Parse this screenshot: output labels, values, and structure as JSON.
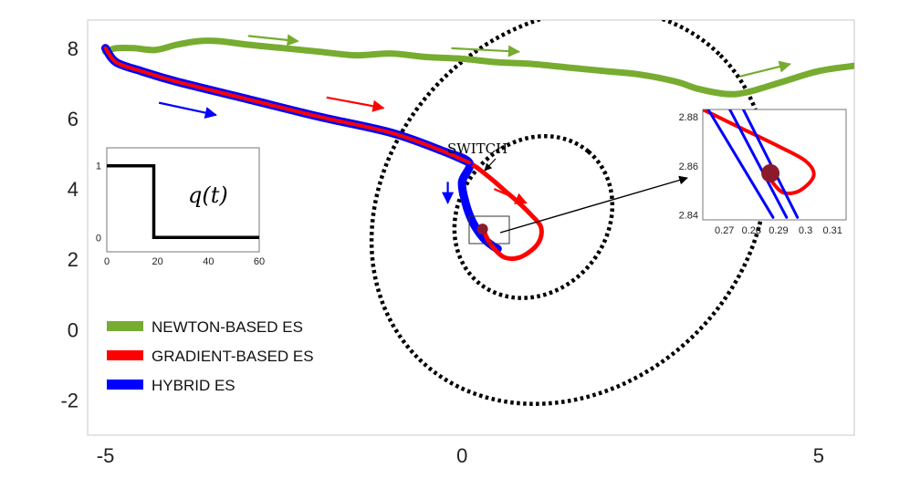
{
  "chart_data": [
    {
      "type": "line",
      "title": "",
      "xlabel": "",
      "ylabel": "",
      "xlim": [
        -5.25,
        5.5
      ],
      "ylim": [
        -3,
        8.8
      ],
      "x_ticks": [
        "-5",
        "0",
        "5"
      ],
      "y_ticks": [
        "8",
        "6",
        "4",
        "2",
        "0",
        "-2"
      ],
      "x_tick_values": [
        -5,
        0,
        5
      ],
      "y_tick_values": [
        8,
        6,
        4,
        2,
        0,
        -2
      ],
      "grid": false,
      "legend_position": "lower-left",
      "colors": {
        "newton": "#77ac30",
        "gradient": "#ff0000",
        "hybrid": "#0000ff",
        "contour": "#000000",
        "optimum": "#8b1a2b"
      },
      "series": [
        {
          "name": "NEWTON-BASED ES",
          "x": [
            -5.0,
            -4.85,
            -4.6,
            -4.3,
            -4.0,
            -3.7,
            -3.4,
            -3.0,
            -2.5,
            -2.0,
            -1.5,
            -1.0,
            -0.5,
            0.0,
            0.5,
            1.0,
            1.5,
            2.0,
            2.5,
            3.0,
            3.3,
            3.7,
            4.0,
            4.5,
            5.0,
            5.5
          ],
          "y": [
            7.9,
            8.0,
            8.0,
            7.95,
            8.1,
            8.2,
            8.2,
            8.1,
            8.0,
            7.9,
            7.8,
            7.85,
            7.75,
            7.7,
            7.6,
            7.55,
            7.45,
            7.35,
            7.25,
            7.05,
            6.85,
            6.7,
            6.75,
            7.05,
            7.35,
            7.5
          ]
        },
        {
          "name": "GRADIENT-BASED ES",
          "x": [
            -5.0,
            -4.85,
            -4.5,
            -4.0,
            -3.0,
            -2.0,
            -1.0,
            -0.3,
            0.1,
            0.4,
            0.6,
            0.8,
            0.95,
            1.1,
            1.1,
            1.0,
            0.8,
            0.6,
            0.45,
            0.35,
            0.3
          ],
          "y": [
            8.0,
            7.6,
            7.35,
            7.05,
            6.55,
            6.05,
            5.6,
            5.1,
            4.75,
            4.3,
            3.95,
            3.6,
            3.3,
            2.95,
            2.6,
            2.3,
            2.05,
            2.05,
            2.3,
            2.6,
            2.85
          ]
        },
        {
          "name": "HYBRID ES",
          "x": [
            -5.0,
            -4.85,
            -4.5,
            -4.0,
            -3.0,
            -2.0,
            -1.0,
            -0.3,
            0.1,
            0.0,
            0.05,
            0.15,
            0.3,
            0.45,
            0.5
          ],
          "y": [
            8.0,
            7.6,
            7.35,
            7.05,
            6.55,
            6.05,
            5.6,
            5.1,
            4.75,
            4.2,
            3.6,
            3.05,
            2.6,
            2.35,
            2.3
          ]
        }
      ],
      "contours": [
        {
          "center": [
            1.5,
            3.5
          ],
          "rx": 3.0,
          "ry": 5.1,
          "angle_deg": -45
        },
        {
          "center": [
            1.0,
            3.2
          ],
          "rx": 1.2,
          "ry": 2.1,
          "angle_deg": -50
        }
      ],
      "optimum": [
        0.287,
        2.857
      ],
      "direction_arrows": [
        {
          "series": "NEWTON-BASED ES",
          "from": [
            -3.0,
            8.35
          ],
          "to": [
            -2.3,
            8.2
          ]
        },
        {
          "series": "NEWTON-BASED ES",
          "from": [
            -0.15,
            8.0
          ],
          "to": [
            0.8,
            7.9
          ]
        },
        {
          "series": "NEWTON-BASED ES",
          "from": [
            3.9,
            7.2
          ],
          "to": [
            4.6,
            7.55
          ]
        },
        {
          "series": "GRADIENT-BASED ES",
          "from": [
            -1.9,
            6.6
          ],
          "to": [
            -1.1,
            6.3
          ]
        },
        {
          "series": "GRADIENT-BASED ES",
          "from": [
            0.45,
            4.0
          ],
          "to": [
            0.9,
            3.6
          ]
        },
        {
          "series": "HYBRID ES",
          "from": [
            -4.25,
            6.45
          ],
          "to": [
            -3.45,
            6.1
          ]
        },
        {
          "series": "HYBRID ES",
          "from": [
            -0.2,
            4.2
          ],
          "to": [
            -0.2,
            3.6
          ]
        }
      ],
      "annotations": [
        {
          "text": "SWITCH",
          "at": [
            0.1,
            4.75
          ]
        }
      ]
    },
    {
      "type": "line",
      "title": "q(t)",
      "xlabel": "",
      "ylabel": "",
      "xlim": [
        0,
        60
      ],
      "ylim": [
        -0.2,
        1.25
      ],
      "x_ticks": [
        "0",
        "20",
        "40",
        "60"
      ],
      "y_ticks": [
        "1",
        "0"
      ],
      "x_tick_values": [
        0,
        20,
        40,
        60
      ],
      "y_tick_values": [
        1,
        0
      ],
      "series": [
        {
          "name": "",
          "x": [
            0,
            18.5,
            18.5,
            60
          ],
          "y": [
            1,
            1,
            0,
            0
          ]
        }
      ]
    },
    {
      "type": "line",
      "title": "",
      "xlabel": "",
      "ylabel": "",
      "xlim": [
        0.262,
        0.315
      ],
      "ylim": [
        2.838,
        2.883
      ],
      "x_ticks": [
        "0.27",
        "0.28",
        "0.29",
        "0.3",
        "0.31"
      ],
      "y_ticks": [
        "2.88",
        "2.86",
        "2.84"
      ],
      "x_tick_values": [
        0.27,
        0.28,
        0.29,
        0.3,
        0.31
      ],
      "y_tick_values": [
        2.88,
        2.86,
        2.84
      ],
      "series": [
        {
          "name": "GRADIENT-BASED ES",
          "x": [
            0.262,
            0.275,
            0.29,
            0.3,
            0.303,
            0.298,
            0.292,
            0.288,
            0.286
          ],
          "y": [
            2.883,
            2.876,
            2.868,
            2.862,
            2.856,
            2.85,
            2.849,
            2.853,
            2.857
          ]
        },
        {
          "name": "HYBRID ES",
          "x": [
            0.264,
            0.288
          ],
          "y": [
            2.883,
            2.839
          ]
        },
        {
          "name": "HYBRID ES",
          "x": [
            0.272,
            0.293
          ],
          "y": [
            2.883,
            2.839
          ]
        },
        {
          "name": "HYBRID ES",
          "x": [
            0.277,
            0.297
          ],
          "y": [
            2.883,
            2.839
          ]
        }
      ],
      "optimum": [
        0.287,
        2.857
      ]
    }
  ],
  "legend": {
    "items": [
      {
        "label": "NEWTON-BASED ES",
        "color": "#77ac30"
      },
      {
        "label": "GRADIENT-BASED ES",
        "color": "#ff0000"
      },
      {
        "label": "HYBRID ES",
        "color": "#0000ff"
      }
    ]
  },
  "inset_q": {
    "label": "q(t)"
  },
  "annotation": {
    "switch_label": "SWITCH"
  }
}
